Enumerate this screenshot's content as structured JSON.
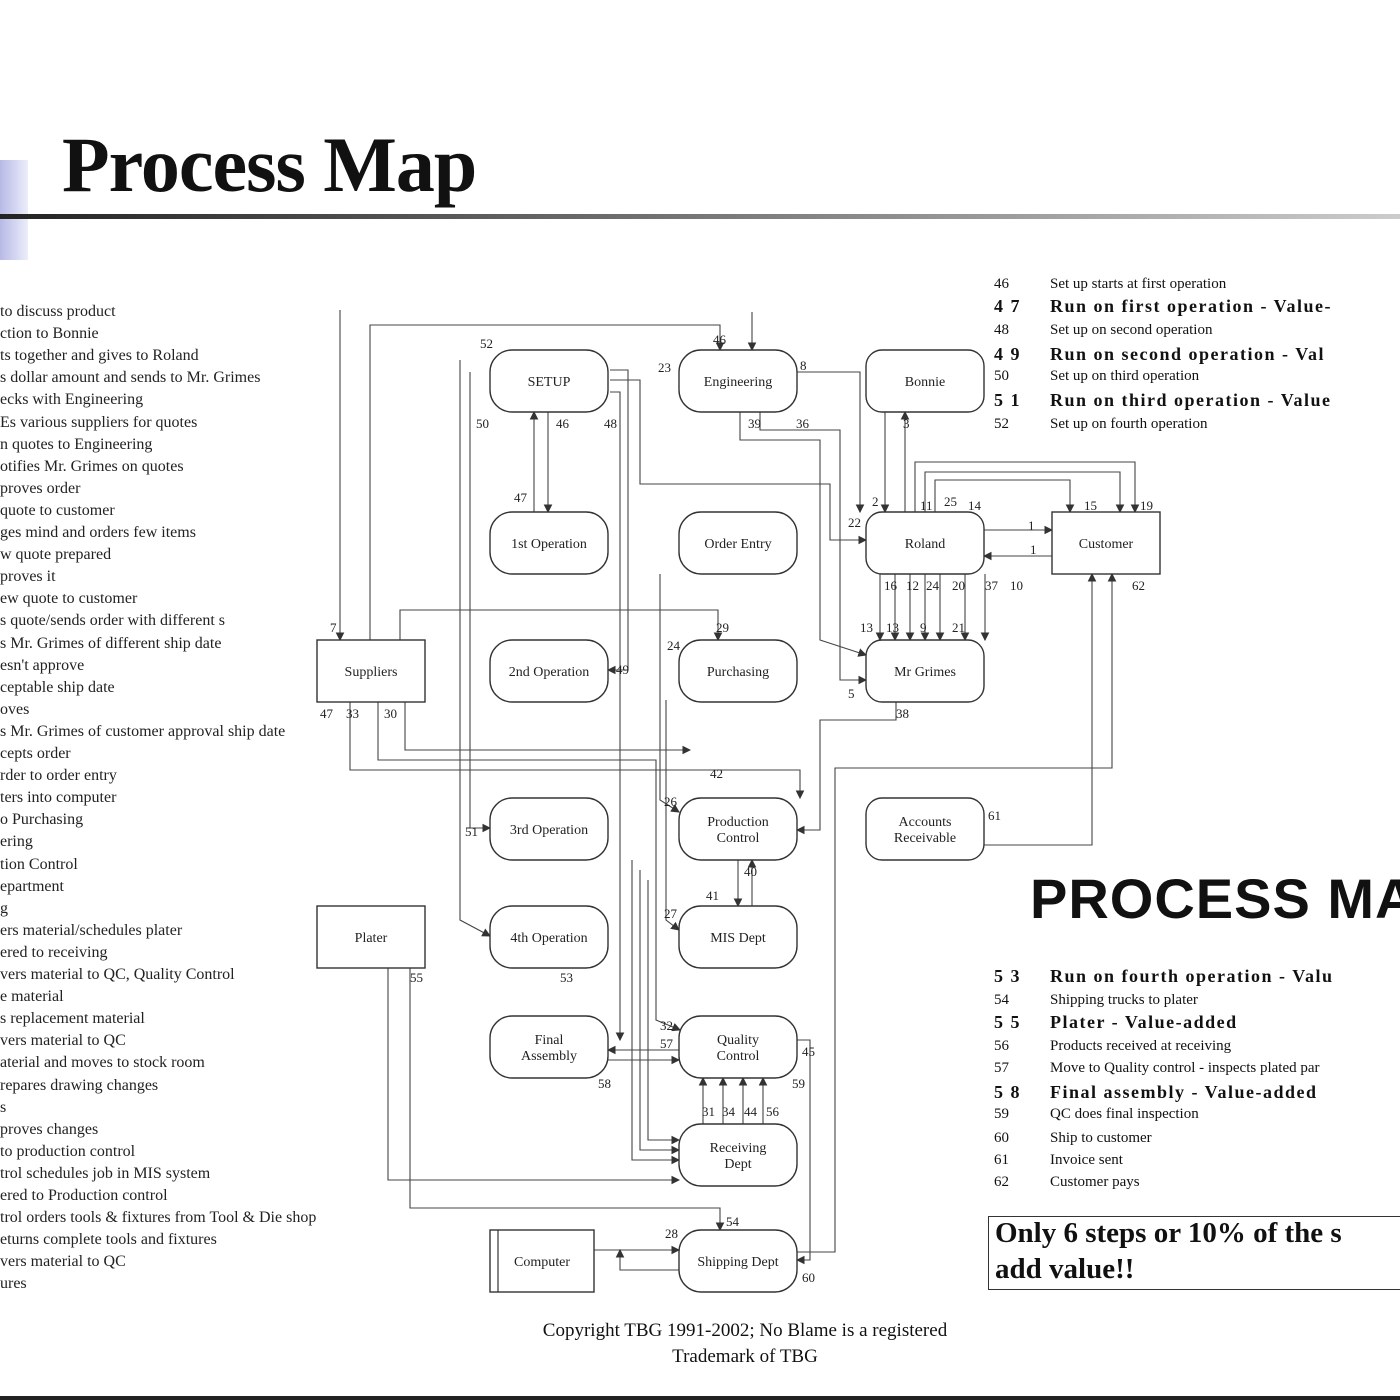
{
  "slide": {
    "title": "Process Map",
    "side_title": "PROCESS MA"
  },
  "left_steps": [
    "to discuss product",
    "ction to Bonnie",
    "ts together and gives to Roland",
    "s dollar amount and sends to Mr. Grimes",
    "ecks with Engineering",
    "Es various suppliers for quotes",
    "n quotes to Engineering",
    "otifies Mr. Grimes on quotes",
    "proves order",
    "quote to customer",
    "ges mind and orders few items",
    "w quote prepared",
    "proves it",
    "ew quote to customer",
    "s quote/sends order with different s",
    "s Mr. Grimes of different ship date",
    "esn't approve",
    "ceptable ship date",
    "oves",
    "s Mr. Grimes of customer approval ship date",
    "cepts order",
    "rder to order entry",
    "ters into computer",
    "o Purchasing",
    "ering",
    "tion Control",
    "epartment",
    "g",
    "ers material/schedules plater",
    "ered to receiving",
    "vers material to QC, Quality Control",
    "e material",
    "s replacement material",
    "vers material to QC",
    "aterial and moves to stock room",
    "repares drawing changes",
    "s",
    "proves changes",
    "to production control",
    "trol schedules job in MIS system",
    "ered to Production control",
    "trol orders tools & fixtures from Tool & Die shop",
    "eturns complete tools and fixtures",
    "vers material to QC",
    "ures"
  ],
  "legend_top": [
    {
      "num": "46",
      "text": "Set up starts at first operation",
      "value_added": false
    },
    {
      "num": "4 7",
      "text": "Run on first operation - Value-",
      "value_added": true
    },
    {
      "num": "48",
      "text": "Set up on second operation",
      "value_added": false
    },
    {
      "num": "4 9",
      "text": "Run on second operation - Val",
      "value_added": true
    },
    {
      "num": "50",
      "text": "Set up on third operation",
      "value_added": false
    },
    {
      "num": "5 1",
      "text": "Run on third operation - Value",
      "value_added": true
    },
    {
      "num": "52",
      "text": "Set up on fourth operation",
      "value_added": false
    }
  ],
  "legend_bottom": [
    {
      "num": "5 3",
      "text": "Run on fourth operation - Valu",
      "value_added": true
    },
    {
      "num": "54",
      "text": "Shipping trucks to plater",
      "value_added": false
    },
    {
      "num": "5 5",
      "text": "Plater - Value-added",
      "value_added": true
    },
    {
      "num": "56",
      "text": "Products received at receiving",
      "value_added": false
    },
    {
      "num": "57",
      "text": "Move to Quality control - inspects plated par",
      "value_added": false
    },
    {
      "num": "5 8",
      "text": "Final assembly - Value-added",
      "value_added": true
    },
    {
      "num": "59",
      "text": "QC does final inspection",
      "value_added": false
    },
    {
      "num": "60",
      "text": "Ship to customer",
      "value_added": false
    },
    {
      "num": "61",
      "text": "Invoice sent",
      "value_added": false
    },
    {
      "num": "62",
      "text": "Customer pays",
      "value_added": false
    }
  ],
  "nodes": {
    "setup": "SETUP",
    "engineering": "Engineering",
    "bonnie": "Bonnie",
    "first_op": "1st Operation",
    "order_entry": "Order Entry",
    "roland": "Roland",
    "customer": "Customer",
    "suppliers": "Suppliers",
    "second_op": "2nd Operation",
    "purchasing": "Purchasing",
    "mr_grimes": "Mr Grimes",
    "third_op": "3rd Operation",
    "production_control_1": "Production",
    "production_control_2": "Control",
    "accounts_receivable_1": "Accounts",
    "accounts_receivable_2": "Receivable",
    "plater": "Plater",
    "fourth_op": "4th Operation",
    "mis_dept": "MIS Dept",
    "final_assembly_1": "Final",
    "final_assembly_2": "Assembly",
    "quality_control_1": "Quality",
    "quality_control_2": "Control",
    "receiving_dept_1": "Receiving",
    "receiving_dept_2": "Dept",
    "computer": "Computer",
    "shipping_dept": "Shipping Dept"
  },
  "step_numbers": [
    "52",
    "46",
    "8",
    "23",
    "50",
    "46",
    "48",
    "39",
    "36",
    "3",
    "47",
    "2",
    "22",
    "11",
    "14",
    "15",
    "19",
    "25",
    "16",
    "12",
    "24",
    "20",
    "37",
    "10",
    "62",
    "1",
    "1",
    "7",
    "29",
    "24",
    "13",
    "13",
    "9",
    "21",
    "49",
    "5",
    "38",
    "47",
    "33",
    "30",
    "42",
    "26",
    "51",
    "61",
    "40",
    "41",
    "27",
    "55",
    "53",
    "32",
    "57",
    "45",
    "58",
    "59",
    "31",
    "34",
    "44",
    "56",
    "54",
    "28",
    "60"
  ],
  "note": {
    "line1": "Only 6 steps or 10% of the s",
    "line2": "add value!!"
  },
  "copyright": {
    "line1": "Copyright TBG 1991-2002; No Blame is a registered",
    "line2": "Trademark of TBG"
  }
}
